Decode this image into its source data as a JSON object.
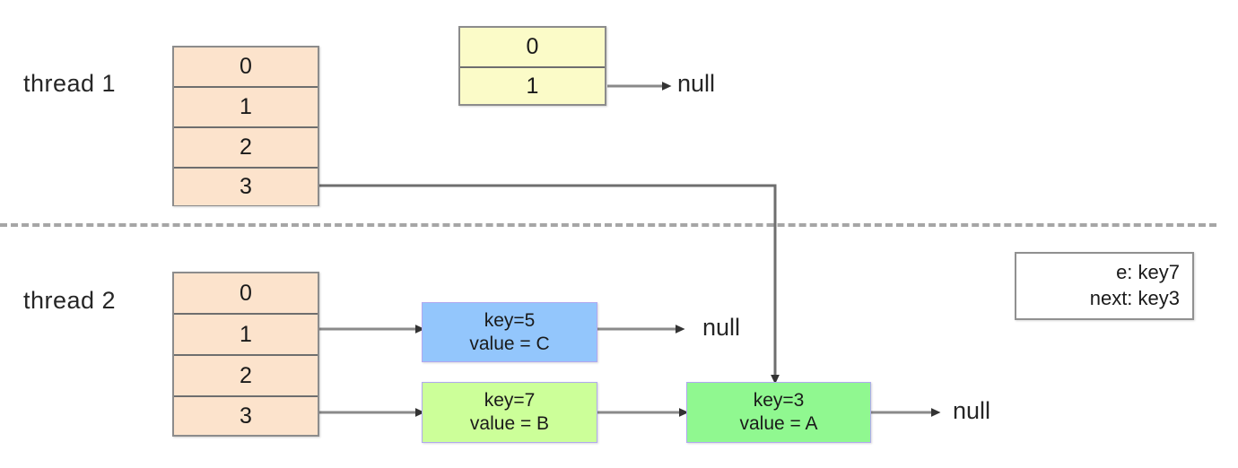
{
  "diagram": {
    "title": "HashMap concurrent resize race - thread 1 and thread 2 bucket tables",
    "colors": {
      "bucket_fill": "#FCE3CC",
      "yellow_fill": "#FBFBC8",
      "blue_node": "#93C6FC",
      "lime_node": "#CCFF99",
      "green_node": "#90F890",
      "border_gray": "#8C8C8C",
      "arrow_gray": "#808080",
      "arrow_head": "#333333",
      "text": "#1A1A1A",
      "divider": "#A6A6A6"
    }
  },
  "thread1": {
    "label": "thread 1",
    "bucket_table": {
      "cells": [
        "0",
        "1",
        "2",
        "3"
      ]
    },
    "new_table": {
      "cells": [
        "0",
        "1"
      ]
    },
    "null_label": "null"
  },
  "thread2": {
    "label": "thread 2",
    "bucket_table": {
      "cells": [
        "0",
        "1",
        "2",
        "3"
      ]
    },
    "nodes": [
      {
        "key": "key=5",
        "value": "value = C",
        "color": "blue"
      },
      {
        "key": "key=7",
        "value": "value = B",
        "color": "lime"
      },
      {
        "key": "key=3",
        "value": "value = A",
        "color": "green"
      }
    ],
    "null_label_bucket1": "null",
    "null_label_bucket3": "null"
  },
  "legend": {
    "line1": "e:  key7",
    "line2": "next:  key3"
  }
}
